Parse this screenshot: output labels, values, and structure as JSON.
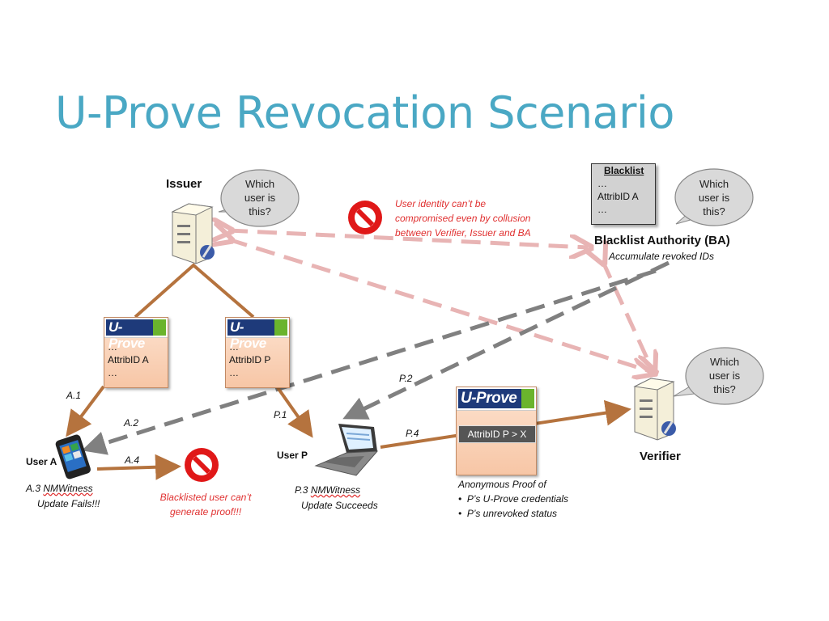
{
  "title": "U-Prove Revocation Scenario",
  "actors": {
    "issuer": "Issuer",
    "ba_title": "Blacklist Authority (BA)",
    "ba_subtitle": "Accumulate revoked IDs",
    "verifier": "Verifier",
    "user_a": "User A",
    "user_p": "User P"
  },
  "bubbles": {
    "issuer": [
      "Which",
      "user is",
      "this?"
    ],
    "ba": [
      "Which",
      "user is",
      "this?"
    ],
    "verifier": [
      "Which",
      "user is",
      "this?"
    ]
  },
  "blacklist": {
    "header": "Blacklist",
    "lines": [
      "…",
      "AttribID A",
      "…"
    ]
  },
  "cards": {
    "logo_text": "U-Prove",
    "card_a": [
      "…",
      "AttribID A",
      "…"
    ],
    "card_p": [
      "…",
      "AttribID P",
      "…"
    ],
    "proof_pill": "AttribID P > X"
  },
  "notes": {
    "collusion": [
      "User identity can’t be",
      "compromised even by collusion",
      "between Verifier, Issuer and BA"
    ],
    "blacklisted": [
      "Blacklisted user can’t",
      "generate proof!!!"
    ],
    "a3_num": "A.3",
    "a3_nm": "NMWitness",
    "a3_rest": "Update Fails!!!",
    "p3_num": "P.3",
    "p3_nm": "NMWitness",
    "p3_rest": "Update Succeeds",
    "proof_title": "Anonymous Proof of",
    "proof_items": [
      "P’s U-Prove credentials",
      "P’s unrevoked status"
    ]
  },
  "steps": {
    "a1": "A.1",
    "a2": "A.2",
    "a4": "A.4",
    "p1": "P.1",
    "p2": "P.2",
    "p4": "P.4"
  },
  "colors": {
    "title": "#4aa8c4",
    "brown_arrow": "#b5733e",
    "gray_arrow": "#808080",
    "pink_arrow": "#e8b4b4",
    "red_text": "#e03030"
  }
}
